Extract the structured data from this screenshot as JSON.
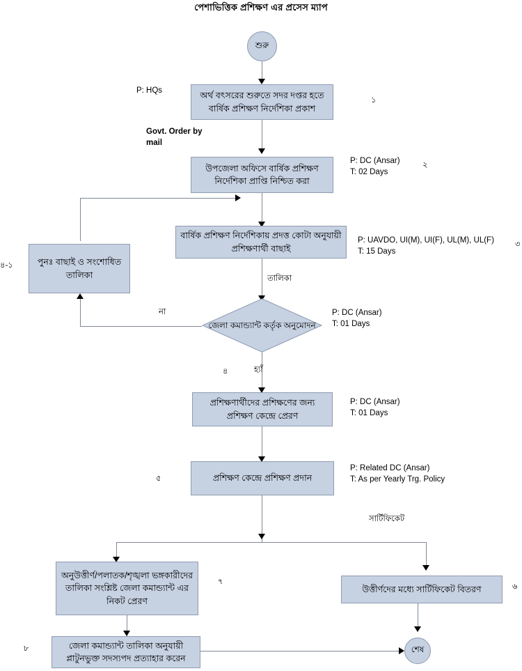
{
  "diagram": {
    "title": "পেশাভিত্তিক প্রশিক্ষণ এর প্রসেস ম্যাপ",
    "type": "flowchart",
    "colors": {
      "node_fill": "#c6d1e2",
      "node_border": "#8f9bb0",
      "connector": "#7f8796",
      "arrow": "#000000",
      "text": "#000000",
      "background": "#ffffff"
    },
    "nodes": {
      "start": {
        "label": "শুরু",
        "shape": "circle"
      },
      "step1": {
        "label": "অর্থ বৎসরের শুরুতে সদর দপ্তর হতে\nবার্ষিক প্রশিক্ষণ নির্দেশিকা প্রকাশ",
        "shape": "rectangle",
        "seq": "১"
      },
      "step2": {
        "label": "উপজেলা অফিসে বার্ষিক প্রশিক্ষণ\nনির্দেশিকা প্রাপ্তি নিশ্চিত করা",
        "shape": "rectangle",
        "seq": "২"
      },
      "step3": {
        "label": "বার্ষিক প্রশিক্ষণ নির্দেশিকায় প্রদত্ত কোটা\nঅনুযায়ী প্রশিক্ষণার্থী বাছাই",
        "shape": "rectangle",
        "seq": "৩"
      },
      "rework": {
        "label": "পুনঃ  বাছাই ও সংশোধিত\nতালিকা",
        "shape": "rectangle",
        "seq": "৪-১"
      },
      "decision": {
        "label": "জেলা কমান্ড্যান্ট\nকর্তৃক\nঅনুমোদন",
        "shape": "diamond",
        "seq": "৪"
      },
      "step5": {
        "label": "প্রশিক্ষণার্থীদের প্রশিক্ষণের জন্য\nপ্রশিক্ষণ কেন্দ্রে প্রেরণ",
        "shape": "rectangle",
        "seq": ""
      },
      "step6": {
        "label": "প্রশিক্ষণ কেন্দ্রে প্রশিক্ষণ প্রদান",
        "shape": "rectangle",
        "seq": "৫"
      },
      "fail_list": {
        "label": "অনুউত্তীর্ণ/পলাতক/শৃঙ্খলা\nভঙ্গকারীদের তালিকা সংশ্লিষ্ট  জেলা\nকমান্ড্যান্ট এর নিকট প্রেরণ",
        "shape": "rectangle",
        "seq": "৭"
      },
      "certificate": {
        "label": "উত্তীর্ণদের মধ্যে সার্টিফিকেট বিতরণ",
        "shape": "rectangle",
        "seq": "৬"
      },
      "withdraw": {
        "label": "জেলা কমান্ড্যান্ট তালিকা অনুযায়ী\nপ্লাটুনভুক্ত সদস্যপদ প্রত্যাহার করেন",
        "shape": "rectangle",
        "seq": "৮"
      },
      "end": {
        "label": "শেষ",
        "shape": "circle"
      }
    },
    "annotations": {
      "a1": "P: HQs",
      "a2": "Govt. Order  by\nmail",
      "a3": "P: DC (Ansar)\nT: 02 Days",
      "a4": "P: UAVDO, UI(M), UI(F), UL(M), UL(F)\nT: 15 Days",
      "a5": "P: DC (Ansar)\nT: 01 Days",
      "a6": "P: DC (Ansar)\nT: 01 Days",
      "a7": "P: Related DC (Ansar)\nT: As per Yearly Trg. Policy"
    },
    "edge_labels": {
      "list": "তালিকা",
      "no": "না",
      "yes": "হ্যাঁ",
      "certificate": "সার্টিফিকেট"
    }
  }
}
